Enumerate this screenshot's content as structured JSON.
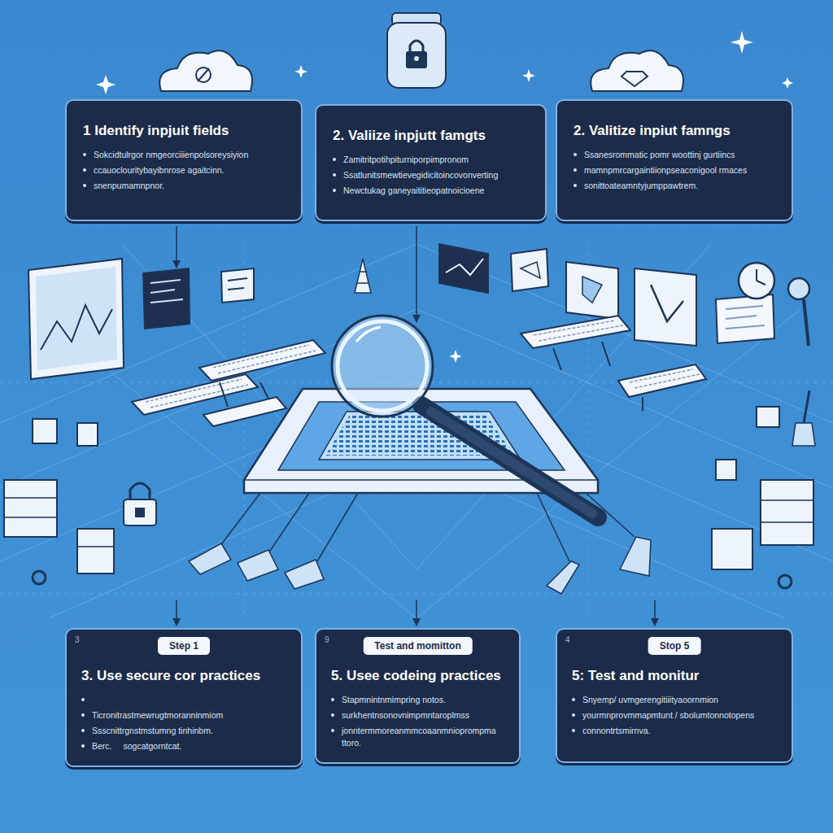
{
  "diagram": {
    "nodes": [
      {
        "text": [
          "1 Identify inpjuit fields",
          "Sokcidtulrgor nmgeorciiienpolsoreysiyion",
          "ccauoclouritybayibnrose agaitcinn.",
          "snenpumamnpnor."
        ]
      },
      {
        "text": [
          "2. Valiize inpjutt famgts",
          "Zamitritpotihpiturniporpimpronom",
          "Ssatlunitsmewtievegidicitoincovonverting",
          "Newctukag ganeyaititieopatnoicioene"
        ]
      },
      {
        "text": [
          "2. Valitize inpiut famngs",
          "Ssanesrommatic pomr woottinj gurtiincs",
          "mamnpmrcargaintiionpseaconigool rmaces",
          "sonittoateamntyjumppawtrem."
        ]
      },
      {
        "text": [
          "3",
          "Step 1",
          "3. Use secure cor practices",
          "Ticronitrastmewrugtmoranninmiom",
          "Ssscnittrgnstmstumng tinhinbm.",
          "Berc.",
          "sogcatgorntcat."
        ]
      },
      {
        "text": [
          "9",
          "Test and momitton",
          "5. Usee codeing practices",
          "Stapmnintnmimpring notos.",
          "surkhentnsonovnimpmntaroplmss",
          "jonntermmoreanmmcoaanmnioprompmattoro."
        ]
      },
      {
        "text": [
          "4",
          "Stop 5",
          "5: Test and monitur",
          "Snyemp/ uvmgerengitiiityaoornmion",
          "yourmnprovmmapmtunt / sbolumtonnotopens",
          "connontrtsmirnva."
        ]
      }
    ]
  }
}
